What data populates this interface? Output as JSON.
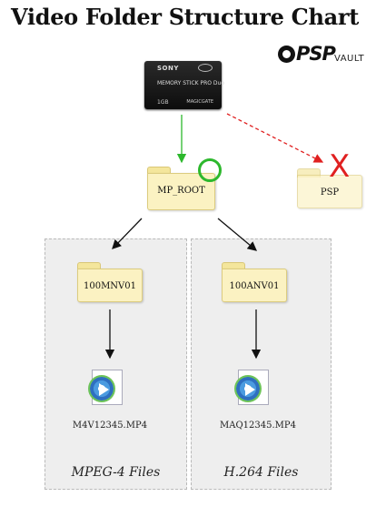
{
  "title": "Video Folder Structure Chart",
  "logo": {
    "main": "PSP",
    "sub": "VAULT"
  },
  "memory_stick": {
    "brand": "SONY",
    "model": "MEMORY STICK PRO Duo",
    "capacity": "1GB",
    "tech": "MAGICGATE"
  },
  "folders": {
    "root": "MP_ROOT",
    "psp": "PSP",
    "mpeg4": "100MNV01",
    "h264": "100ANV01"
  },
  "marks": {
    "correct": "O",
    "wrong": "X"
  },
  "files": {
    "mpeg4": "M4V12345.MP4",
    "h264": "MAQ12345.MP4"
  },
  "panels": {
    "left": "MPEG-4 Files",
    "right": "H.264 Files"
  },
  "colors": {
    "correct": "#2db82d",
    "wrong": "#e02020",
    "folder": "#fbf2c2",
    "panel": "#eeeeee"
  }
}
